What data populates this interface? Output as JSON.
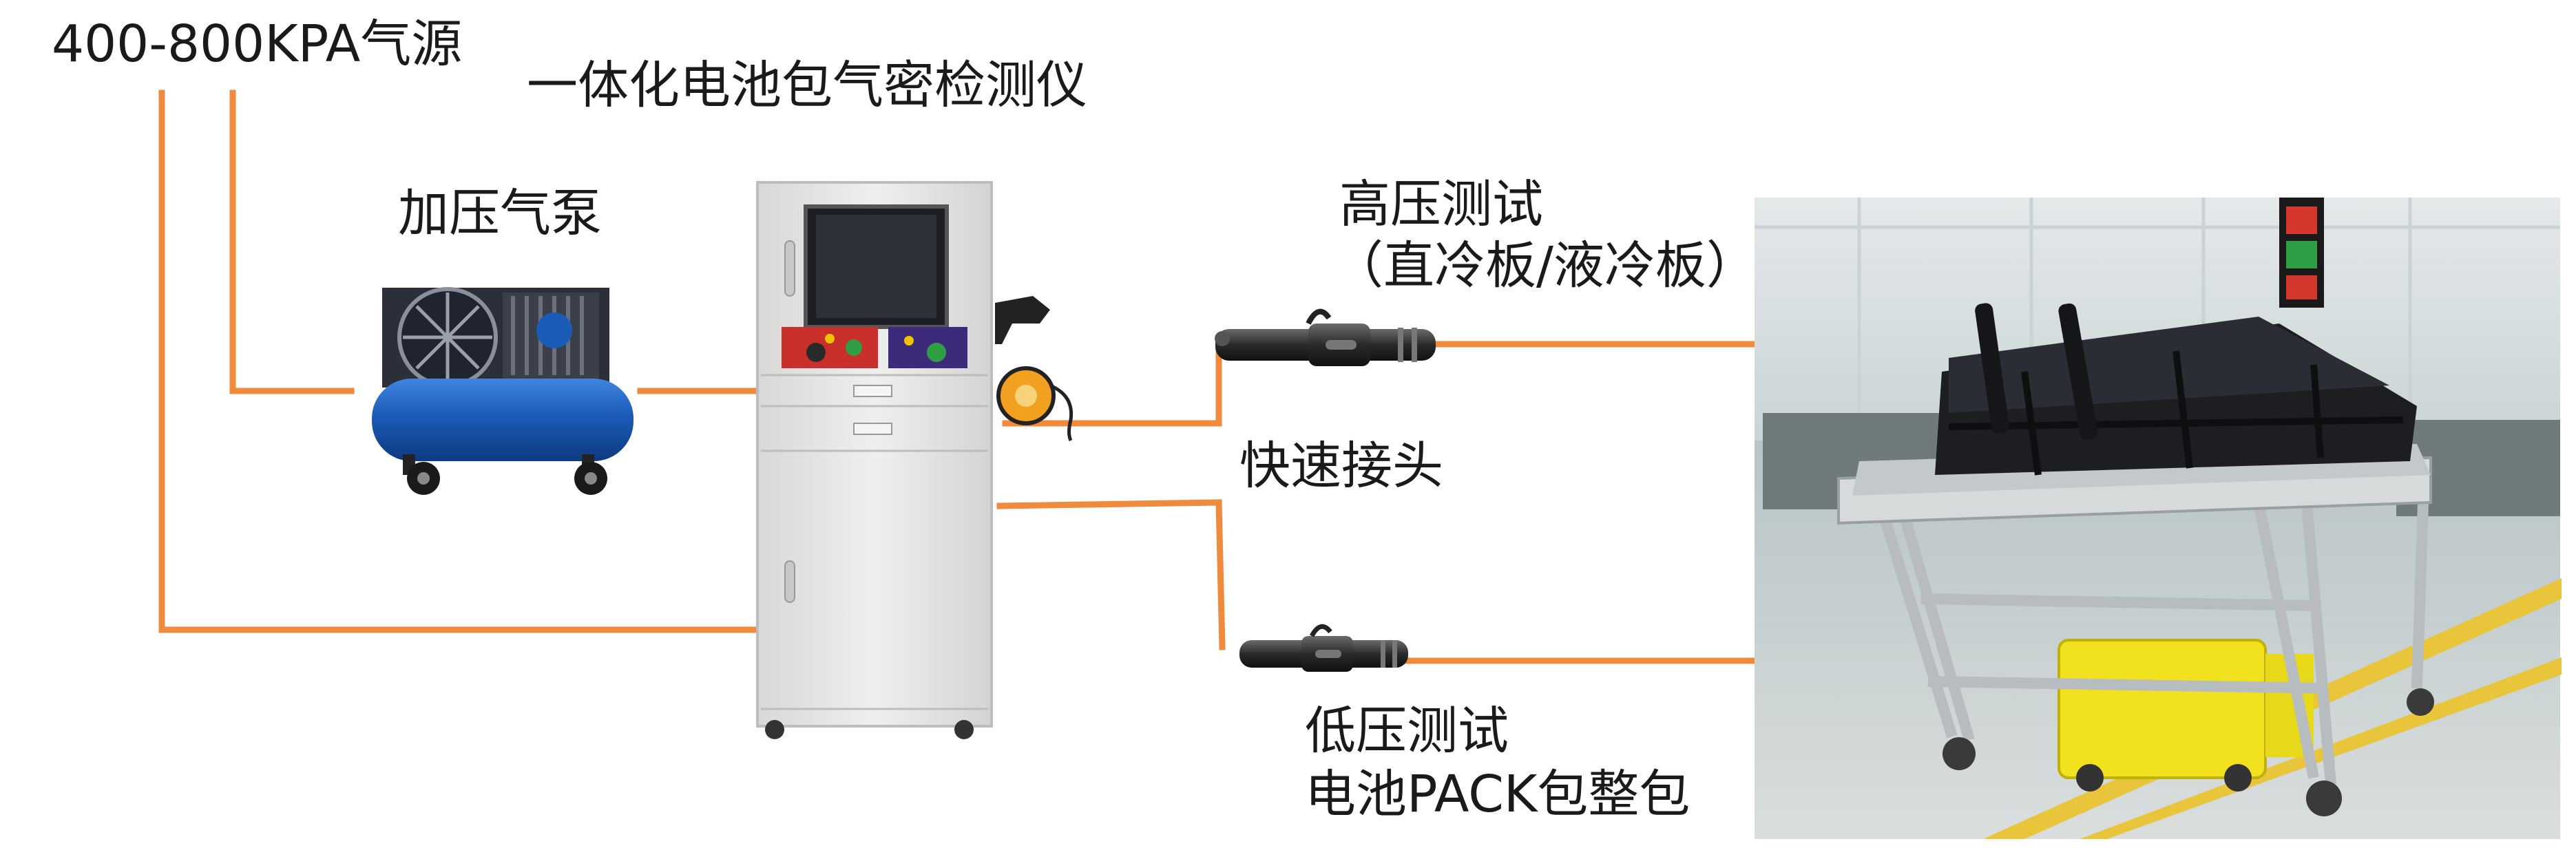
{
  "labels": {
    "air_source": "400-800KPA气源",
    "instrument": "一体化电池包气密检测仪",
    "booster_pump": "加压气泵",
    "high_pressure_line1": "高压测试",
    "high_pressure_line2": "（直冷板/液冷板）",
    "quick_connector": "快速接头",
    "low_pressure_line1": "低压测试",
    "low_pressure_line2": "电池PACK包整包"
  },
  "colors": {
    "pipe": "#f08a3c",
    "pump_tank": "#1b5bb8",
    "cabinet": "#e6e6e4",
    "text": "#1a1a1a"
  }
}
